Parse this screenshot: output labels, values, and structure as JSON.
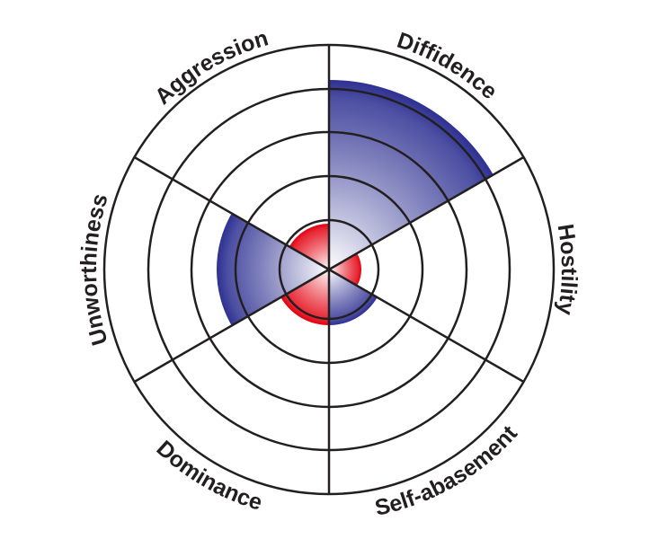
{
  "chart_data": {
    "type": "polar-sector",
    "title": "",
    "rings": [
      1.1,
      2.08,
      3.06,
      4.02,
      5
    ],
    "rmax": 5,
    "grid": true,
    "categories": [
      "Diffidence",
      "Hostility",
      "Self-abasement",
      "Dominance",
      "Unworthiness",
      "Aggression"
    ],
    "series": [
      {
        "name": "blue",
        "color": "#2e3192",
        "values": [
          4.22,
          0,
          1.24,
          0,
          2.5,
          0
        ]
      },
      {
        "name": "red",
        "color": "#e3000f",
        "values": [
          0,
          0.72,
          0,
          1.24,
          0,
          1.02
        ]
      }
    ]
  }
}
